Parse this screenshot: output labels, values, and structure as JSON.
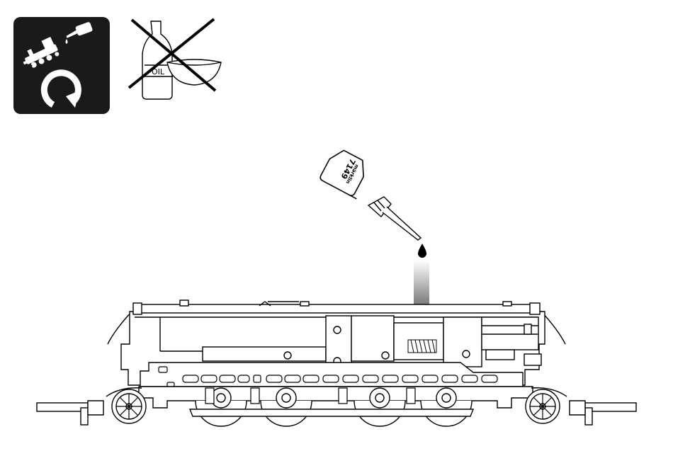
{
  "maintenance_icon": {
    "icon": "locomotive-oiling-cycle-icon",
    "background": "#1a1a1a",
    "foreground": "#ffffff"
  },
  "no_oil_icon": {
    "icon": "no-household-oil-icon",
    "bottle_label": "OIL"
  },
  "oiler": {
    "icon": "oil-dispenser-icon",
    "brand": "märklin",
    "part_number": "7149"
  },
  "oil_drop": {
    "icon": "oil-drop-icon",
    "color": "#000000"
  },
  "arrow": {
    "icon": "down-arrow-icon",
    "gradient_top": "#ffffff",
    "gradient_bottom": "#3a3a3a"
  },
  "locomotive": {
    "icon": "locomotive-chassis-icon",
    "line_color": "#000000",
    "fill_color": "#ffffff"
  }
}
